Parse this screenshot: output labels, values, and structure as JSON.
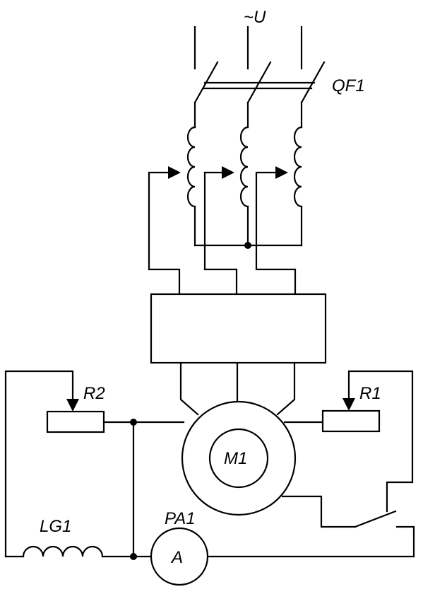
{
  "labels": {
    "supply": "~U",
    "breaker": "QF1",
    "resistor_r2": "R2",
    "resistor_r1": "R1",
    "motor": "M1",
    "ammeter_ref": "PA1",
    "ammeter_symbol": "A",
    "generator": "LG1"
  },
  "colors": {
    "ink": "#000000",
    "background": "#ffffff"
  }
}
